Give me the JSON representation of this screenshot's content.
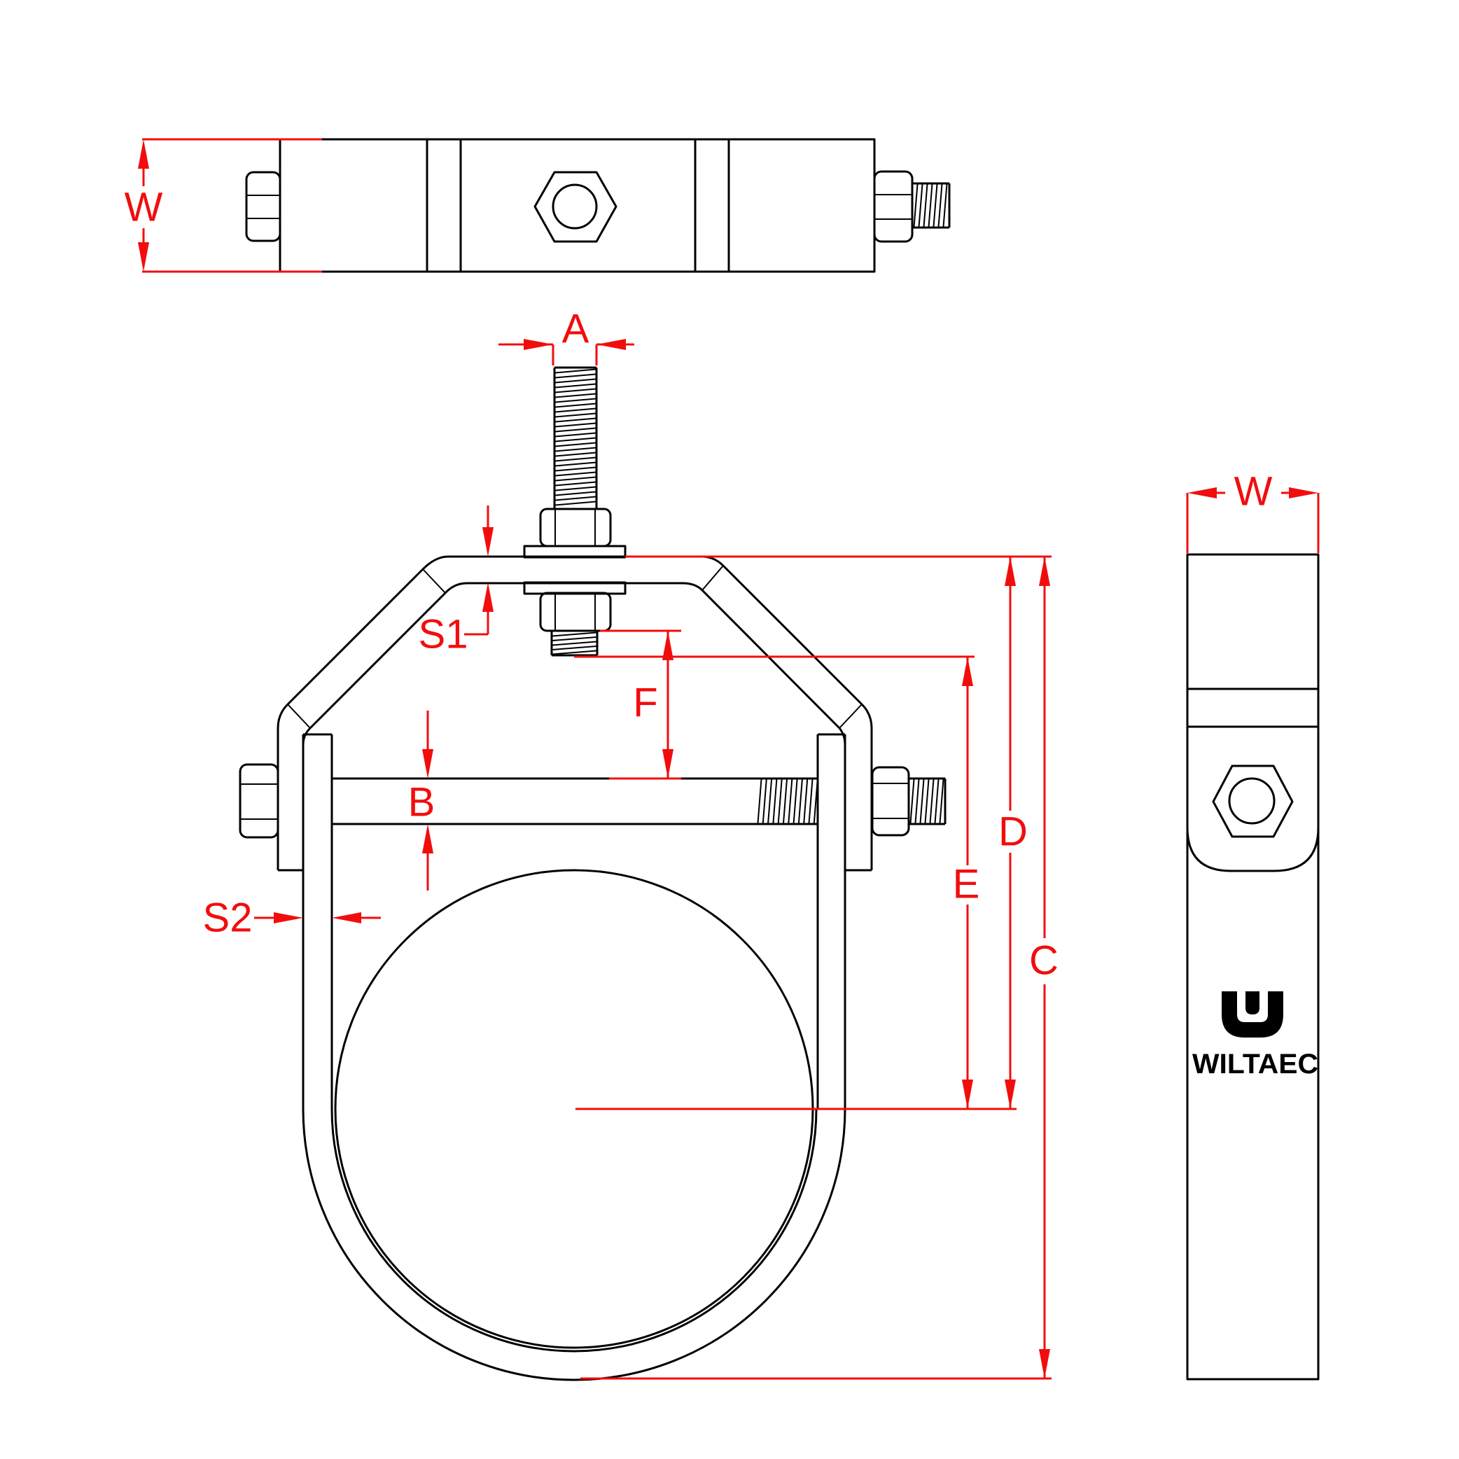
{
  "drawing": {
    "type": "clevis-hanger-technical-drawing",
    "views": {
      "top_view": {
        "dims": {
          "width_label": "W"
        }
      },
      "front_view": {
        "dims": {
          "rod_diameter_label": "A",
          "yoke_thickness_label": "S1",
          "rod_to_bolt_label": "F",
          "bolt_diameter_label": "B",
          "strap_thickness_label": "S2",
          "rod_end_to_center_label": "E",
          "top_to_center_label": "D",
          "overall_height_label": "C"
        }
      },
      "side_view": {
        "dims": {
          "width_label": "W"
        }
      }
    },
    "brand": {
      "logo_text": "WILTAEC"
    },
    "colors": {
      "dimension_red": "#f20d0d",
      "line_black": "#000000",
      "background_white": "#ffffff"
    }
  }
}
